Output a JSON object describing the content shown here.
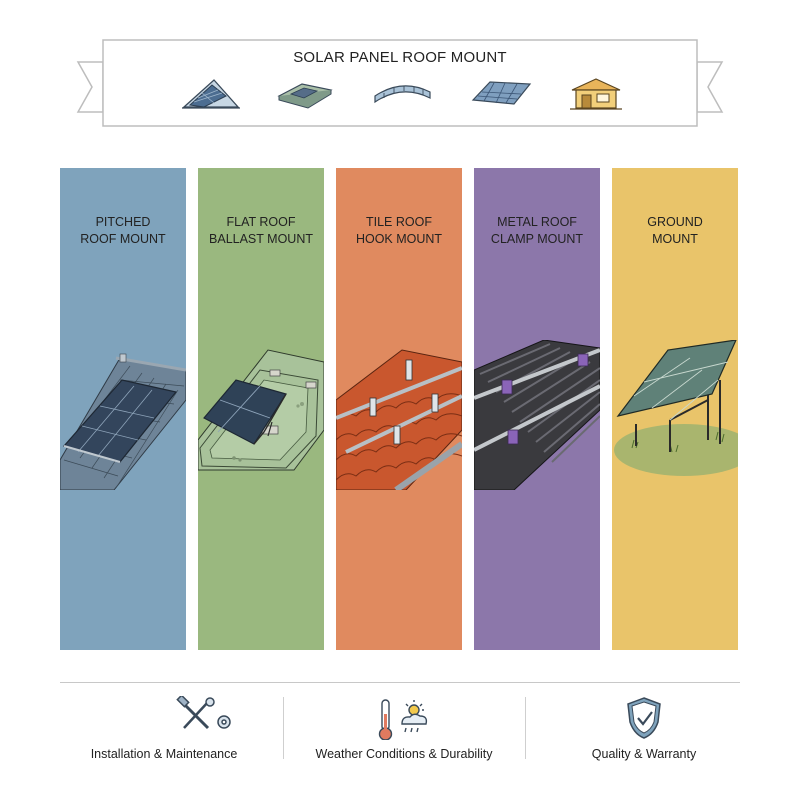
{
  "banner": {
    "title": "SOLAR PANEL ROOF MOUNT",
    "icons": [
      "pitched-roof-icon",
      "flat-roof-icon",
      "curved-roof-icon",
      "metal-roof-icon",
      "ground-house-icon"
    ]
  },
  "columns": [
    {
      "line1": "PITCHED",
      "line2": "ROOF MOUNT",
      "color": "#7fa3bc"
    },
    {
      "line1": "FLAT ROOF",
      "line2": "BALLAST MOUNT",
      "color": "#9ab87f"
    },
    {
      "line1": "TILE ROOF",
      "line2": "HOOK MOUNT",
      "color": "#e08a5f"
    },
    {
      "line1": "METAL ROOF",
      "line2": "CLAMP MOUNT",
      "color": "#8c77aa"
    },
    {
      "line1": "GROUND",
      "line2": "MOUNT",
      "color": "#e9c46a"
    }
  ],
  "footer": [
    {
      "label": "Installation & Maintenance",
      "icon": "tools-gear-icon"
    },
    {
      "label": "Weather Conditions & Durability",
      "icon": "thermometer-weather-icon"
    },
    {
      "label": "Quality & Warranty",
      "icon": "shield-check-icon"
    }
  ]
}
